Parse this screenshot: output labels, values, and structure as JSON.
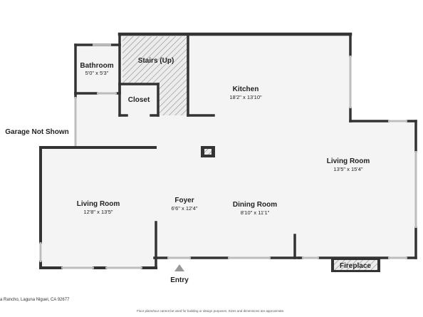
{
  "rooms": {
    "bathroom": {
      "name": "Bathroom",
      "dims": "5'0\" x 5'3\""
    },
    "stairs": {
      "name": "Stairs (Up)"
    },
    "closet": {
      "name": "Closet"
    },
    "kitchen": {
      "name": "Kitchen",
      "dims": "18'2\" x 13'10\""
    },
    "living_room_right": {
      "name": "Living Room",
      "dims": "13'5\" x 15'4\""
    },
    "living_room_left": {
      "name": "Living Room",
      "dims": "12'8\" x 13'5\""
    },
    "foyer": {
      "name": "Foyer",
      "dims": "6'6\" x 12'4\""
    },
    "dining_room": {
      "name": "Dining Room",
      "dims": "8'10\" x 11'1\""
    }
  },
  "labels": {
    "garage": "Garage Not Shown",
    "entry": "Entry",
    "fireplace": "Fireplace"
  },
  "footer": {
    "address": "a Rancho, Laguna Niguel, CA 92677",
    "disclaimer": "Floor plans/tour cannot be used for building or design purposes. Sizes and dimensions are approximate."
  },
  "colors": {
    "wall": "#333333",
    "floor": "#f4f4f4",
    "hatch": "#8a8a8a",
    "window": "#cfcfcf"
  }
}
